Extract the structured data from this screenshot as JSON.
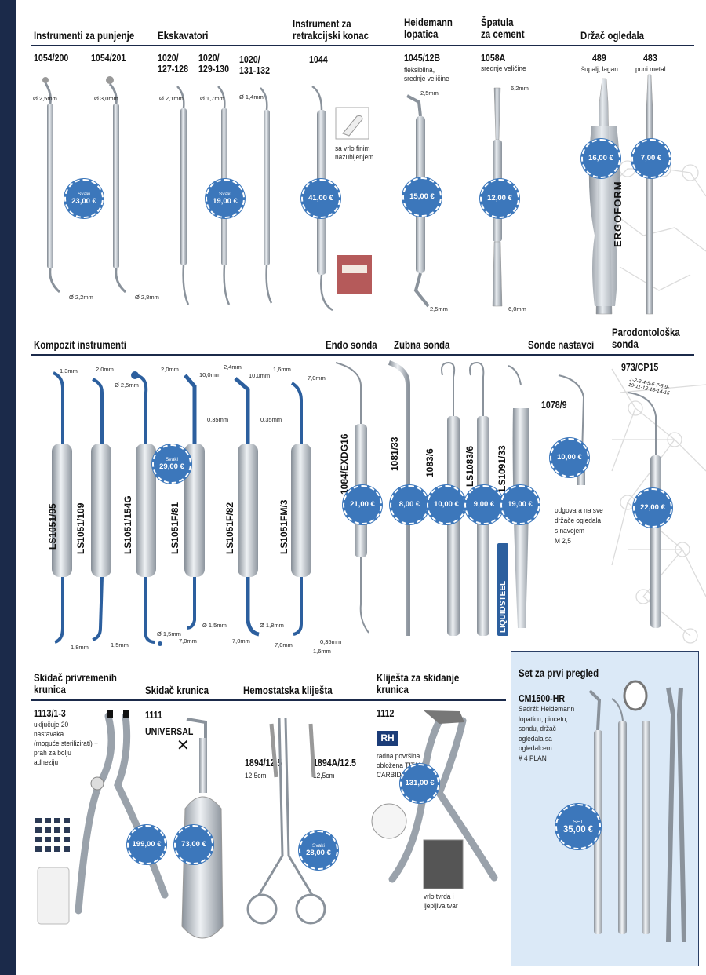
{
  "sections": {
    "punjenje": {
      "title": "Instrumenti za punjenje",
      "codes": [
        "1054/200",
        "1054/201"
      ],
      "dims": [
        "Ø 2,5mm",
        "Ø 3,0mm",
        "Ø 2,2mm",
        "Ø 2,8mm"
      ],
      "price_label": "Svaki",
      "price": "23,00 €"
    },
    "ekskavatori": {
      "title": "Ekskavatori",
      "codes": [
        "1020/\n127-128",
        "1020/\n129-130",
        "1020/\n131-132"
      ],
      "dims": [
        "Ø 2,1mm",
        "Ø 1,7mm",
        "Ø 1,4mm"
      ],
      "price_label": "Svaki",
      "price": "19,00 €"
    },
    "retrakcijski": {
      "title": "Instrument za\nretrakcijski konac",
      "code": "1044",
      "note": "sa vrlo finim\nnazubljenjem",
      "price": "41,00 €"
    },
    "heidemann": {
      "title": "Heidemann\nlopatica",
      "code": "1045/12B",
      "note": "fleksibilna,\nsrednje veličine",
      "dims": [
        "2,5mm",
        "2,5mm"
      ],
      "price": "15,00 €"
    },
    "spatula": {
      "title": "Špatula\nza cement",
      "code": "1058A",
      "note": "srednje veličine",
      "dims": [
        "6,2mm",
        "6,0mm"
      ],
      "price": "12,00 €"
    },
    "drzac": {
      "title": "Držač ogledala",
      "items": [
        {
          "code": "489",
          "note": "šupalj, lagan",
          "price": "16,00 €"
        },
        {
          "code": "483",
          "note": "puni metal",
          "price": "7,00 €"
        }
      ],
      "brand": "ERGOFORM"
    },
    "kompozit": {
      "title": "Kompozit instrumenti",
      "codes": [
        "LS1051/95",
        "LS1051/109",
        "LS1051/154G",
        "LS1051F/81",
        "LS1051F/82",
        "LS1051FM/3"
      ],
      "dims_top": [
        "1,3mm",
        "2,0mm",
        "Ø 2,5mm",
        "2,0mm",
        "10,0mm",
        "2,4mm",
        "10,0mm",
        "1,6mm",
        "7,0mm"
      ],
      "dims_mid": [
        "0,35mm",
        "0,35mm"
      ],
      "dims_bottom": [
        "1,8mm",
        "1,5mm",
        "Ø 1,5mm",
        "Ø 1,5mm",
        "7,0mm",
        "Ø 1,8mm",
        "7,0mm",
        "7,0mm",
        "0,35mm",
        "1,6mm"
      ],
      "price_label": "Svaki",
      "price": "29,00 €"
    },
    "endo": {
      "title": "Endo sonda",
      "code": "1084/EXDG16",
      "price": "21,00 €"
    },
    "zubna": {
      "title": "Zubna sonda",
      "items": [
        {
          "code": "1081/33",
          "price": "8,00 €"
        },
        {
          "code": "1083/6",
          "price": "10,00 €"
        },
        {
          "code": "LS1083/6",
          "price": "9,00 €"
        },
        {
          "code": "LS1091/33",
          "price": "19,00 €"
        }
      ],
      "brand": "LIQUIDSTEEL"
    },
    "nastavci": {
      "title": "Sonde nastavci",
      "code": "1078/9",
      "price": "10,00 €",
      "note": "odgovara na sve\ndržače ogledala\ns navojem\nM 2,5"
    },
    "parodontoloska": {
      "title": "Parodontološka\nsonda",
      "code": "973/CP15",
      "scale": "1-2-3-4-5-6-7-8-9-\n10-11-12-13-14-15",
      "price": "22,00 €"
    },
    "skidac_priv": {
      "title": "Skidač privremenih\nkrunica",
      "code": "1113/1-3",
      "note": "uključuje 20\nnastavaka\n(moguće sterilizirati) +\nprah za bolju\nadheziju",
      "price": "199,00 €"
    },
    "skidac": {
      "title": "Skidač krunica",
      "code": "1111",
      "variant": "UNIVERSAL",
      "price": "73,00 €"
    },
    "hemostatska": {
      "title": "Hemostatska kliješta",
      "items": [
        {
          "code": "1894/12.5",
          "size": "12,5cm"
        },
        {
          "code": "1894A/12.5",
          "size": "12,5cm"
        }
      ],
      "price_label": "Svaki",
      "price": "28,00 €"
    },
    "klijesta": {
      "title": "Kliješta za skidanje\nkrunica",
      "code": "1112",
      "badge": "RH",
      "note": "radna površina\nobložena TITAN\nCARBIDOM",
      "note2": "vrlo tvrda i\nljepljiva tvar",
      "price": "131,00 €"
    },
    "set": {
      "title": "Set za prvi pregled",
      "code": "CM1500-HR",
      "note": "Sadrži: Heidemann\nlopaticu, pincetu,\nsondu, držač\nogledala sa\nogledalcem\n# 4 PLAN",
      "price_label": "SET",
      "price": "35,00 €"
    }
  },
  "colors": {
    "navy": "#1b2a4a",
    "price_blue": "#3c77bb",
    "steel": "#a9b0b8",
    "blue_tip": "#2c5f9e",
    "set_bg": "#dbe9f7"
  }
}
